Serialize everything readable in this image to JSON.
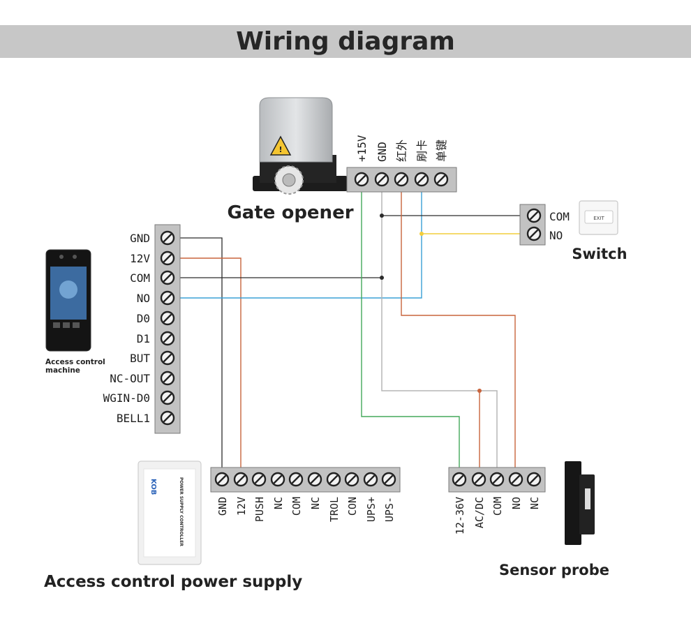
{
  "title": "Wiring diagram",
  "devices": {
    "gate_opener": {
      "name": "Gate opener",
      "terminals": [
        "+15V",
        "GND",
        "红外",
        "刷卡",
        "单键"
      ]
    },
    "switch": {
      "name": "Switch",
      "terminals": [
        "COM",
        "NO"
      ],
      "button_label": "EXIT"
    },
    "access_control_machine": {
      "name_line1": "Access control",
      "name_line2": "machine",
      "terminals": [
        "GND",
        "12V",
        "COM",
        "NO",
        "D0",
        "D1",
        "BUT",
        "NC-OUT",
        "WGIN-D0",
        "BELL1"
      ]
    },
    "power_supply": {
      "name": "Access control power supply",
      "brand": "KOB",
      "panel_text": "POWER SUPPLY CONTROLLER",
      "terminals": [
        "GND",
        "12V",
        "PUSH",
        "NC",
        "COM",
        "NC",
        "TROL",
        "CON",
        "UPS+",
        "UPS-"
      ]
    },
    "sensor_probe": {
      "name": "Sensor probe",
      "terminals": [
        "12-36V",
        "AC/DC",
        "COM",
        "NO",
        "NC"
      ]
    }
  },
  "wire_colors": {
    "black": "#2b2b2b",
    "red": "#c8643c",
    "blue": "#3aa0d6",
    "yellow": "#f2cd3c",
    "green": "#43a85a",
    "gray": "#b5b5b5"
  }
}
